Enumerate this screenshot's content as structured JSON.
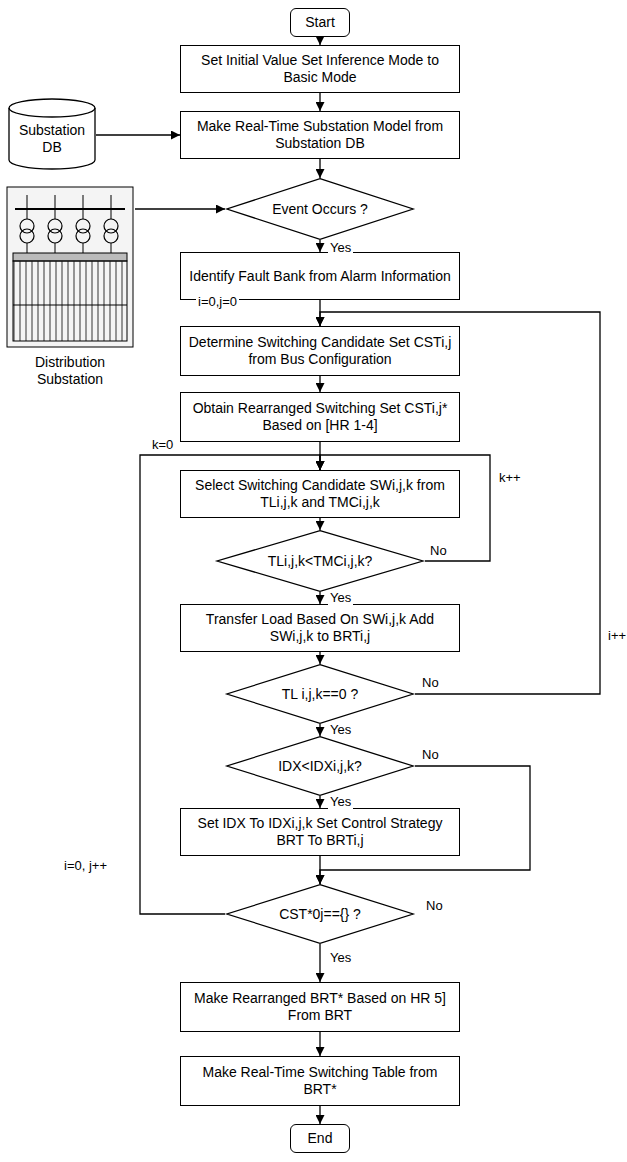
{
  "diagram": {
    "nodes": [
      {
        "text": [
          "Start"
        ]
      },
      {
        "text": [
          "Set Initial Value Set Inference Mode to Basic Mode"
        ]
      },
      {
        "text": [
          "Substation DB"
        ]
      },
      {
        "text": [
          "Make Real-Time Substation Model from Substation DB"
        ]
      },
      {
        "text": [
          "Distribution Substation"
        ]
      },
      {
        "text": [
          "Event Occurs ?"
        ]
      },
      {
        "text": [
          "Identify Fault Bank from Alarm Information"
        ]
      },
      {
        "text": [
          "Determine Switching Candidate Set CSTi,j from Bus Configuration"
        ]
      },
      {
        "text": [
          "Obtain Rearranged Switching Set CSTi,j* Based on [HR 1-4]"
        ]
      },
      {
        "text": [
          "Select Switching Candidate SWi,j,k from TLi,j,k and TMCi,j,k"
        ]
      },
      {
        "text": [
          "TLi,j,k<TMCi,j,k?"
        ]
      },
      {
        "text": [
          "Transfer Load Based On SWi,j,k Add SWi,j,k to BRTi,j"
        ]
      },
      {
        "text": [
          "TL i,j,k==0 ?"
        ]
      },
      {
        "text": [
          "IDX<IDXi,j,k?"
        ]
      },
      {
        "text": [
          "Set IDX To IDXi,j,k Set Control Strategy BRT To BRTi,j"
        ]
      },
      {
        "text": [
          "CST*0j=={} ?"
        ]
      },
      {
        "text": [
          "Make Rearranged BRT* Based on HR 5] From BRT"
        ]
      },
      {
        "text": [
          "Make Real-Time Switching Table from BRT*"
        ]
      },
      {
        "text": [
          "End"
        ]
      }
    ],
    "edges": [
      {
        "from": 0,
        "to": 1,
        "arrow": "to"
      },
      {
        "from": 1,
        "to": 3,
        "arrow": "to"
      },
      {
        "from": 2,
        "to": 3,
        "arrow": "to"
      },
      {
        "from": 4,
        "to": 5,
        "arrow": "to"
      },
      {
        "from": 3,
        "to": 5,
        "arrow": "to"
      },
      {
        "from": 5,
        "to": 6,
        "arrow": "to",
        "label": "Yes"
      },
      {
        "from": 6,
        "to": 7,
        "arrow": "to"
      },
      {
        "from": 7,
        "to": 8,
        "arrow": "to"
      },
      {
        "from": 8,
        "to": 9,
        "arrow": "to"
      },
      {
        "from": 9,
        "to": 10,
        "arrow": "to"
      },
      {
        "from": 10,
        "to": 9,
        "arrow": "to",
        "label": "No"
      },
      {
        "from": 10,
        "to": 11,
        "arrow": "to",
        "label": "Yes"
      },
      {
        "from": 11,
        "to": 12,
        "arrow": "to"
      },
      {
        "from": 12,
        "to": 7,
        "arrow": "to",
        "label": "No"
      },
      {
        "from": 12,
        "to": 13,
        "arrow": "to",
        "label": "Yes"
      },
      {
        "from": 13,
        "to": 14,
        "arrow": "to",
        "label": "Yes"
      },
      {
        "from": 13,
        "to": 15,
        "arrow": "to",
        "label": "No"
      },
      {
        "from": 14,
        "to": 15,
        "arrow": "to"
      },
      {
        "from": 15,
        "to": 9,
        "arrow": "to",
        "label": "i=0, j++"
      },
      {
        "from": 15,
        "to": 16,
        "arrow": "to",
        "label": "Yes"
      },
      {
        "from": 16,
        "to": 17,
        "arrow": "to"
      },
      {
        "from": 17,
        "to": 18,
        "arrow": "to"
      }
    ],
    "labels": [
      "i=0,j=0",
      "k=0",
      "k++",
      "i++",
      "No"
    ]
  }
}
